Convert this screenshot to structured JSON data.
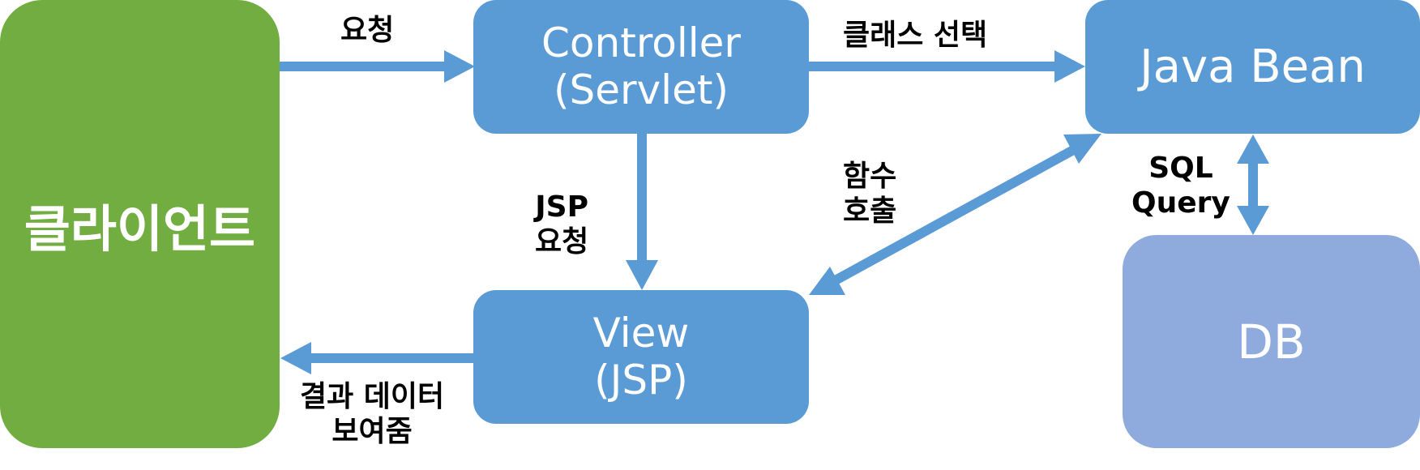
{
  "nodes": {
    "client": "클라이언트",
    "controller": {
      "line1": "Controller",
      "line2": "(Servlet)"
    },
    "javabean": "Java Bean",
    "view": {
      "line1": "View",
      "line2": "(JSP)"
    },
    "db": "DB"
  },
  "edges": {
    "request": "요청",
    "class_select": "클래스 선택",
    "jsp_request": {
      "line1": "JSP",
      "line2": "요청"
    },
    "function_call": {
      "line1": "함수",
      "line2": "호출"
    },
    "sql_query": {
      "line1": "SQL",
      "line2": "Query"
    },
    "result_show": {
      "line1": "결과 데이터",
      "line2": "보여줌"
    }
  },
  "colors": {
    "client": "#72ad42",
    "component": "#5b9bd5",
    "db": "#8faadc",
    "arrow": "#5b9bd5"
  }
}
